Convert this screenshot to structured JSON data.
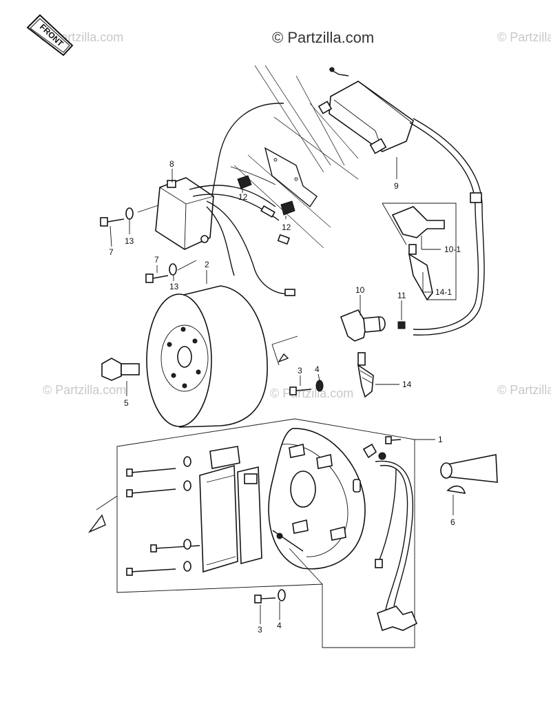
{
  "watermarks": {
    "main": "© Partzilla.com",
    "faint": "© Partzilla.com"
  },
  "front_tag": "FRONT",
  "callouts": {
    "c1": "1",
    "c2": "2",
    "c3a": "3",
    "c3b": "3",
    "c4a": "4",
    "c4b": "4",
    "c5": "5",
    "c6": "6",
    "c7a": "7",
    "c7b": "7",
    "c8": "8",
    "c9": "9",
    "c10": "10",
    "c10_1": "10-1",
    "c11": "11",
    "c12a": "12",
    "c12b": "12",
    "c13a": "13",
    "c13b": "13",
    "c14": "14",
    "c14_1": "14-1"
  },
  "colors": {
    "ink": "#111111",
    "watermark": "#c8c8c8",
    "background": "#ffffff"
  }
}
